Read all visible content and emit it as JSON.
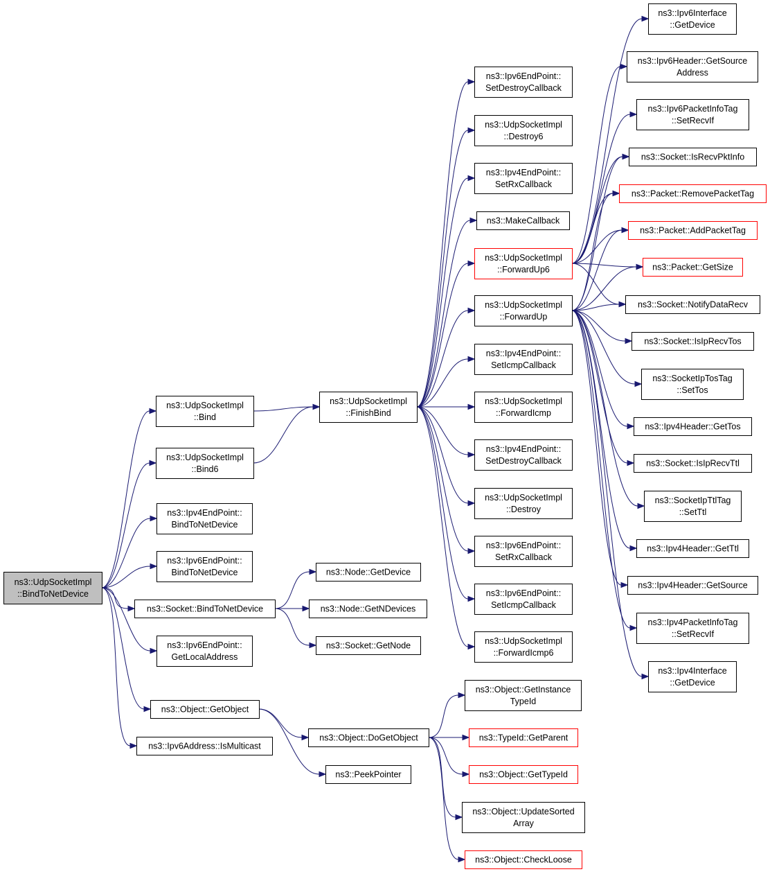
{
  "colors": {
    "edge": "#191970",
    "root_fill": "#bfbfbf",
    "red_border": "#ff0000",
    "black_border": "#000000"
  },
  "nodes": {
    "root": [
      "ns3::UdpSocketImpl",
      "::BindToNetDevice"
    ],
    "bind": [
      "ns3::UdpSocketImpl",
      "::Bind"
    ],
    "bind6": [
      "ns3::UdpSocketImpl",
      "::Bind6"
    ],
    "ip4btnd": [
      "ns3::Ipv4EndPoint::",
      "BindToNetDevice"
    ],
    "ip6btnd": [
      "ns3::Ipv6EndPoint::",
      "BindToNetDevice"
    ],
    "sockbtnd": [
      "ns3::Socket::BindToNetDevice"
    ],
    "ip6gla": [
      "ns3::Ipv6EndPoint::",
      "GetLocalAddress"
    ],
    "getobject": [
      "ns3::Object::GetObject"
    ],
    "ismulticast": [
      "ns3::Ipv6Address::IsMulticast"
    ],
    "finishbind": [
      "ns3::UdpSocketImpl",
      "::FinishBind"
    ],
    "nodegetdevice": [
      "ns3::Node::GetDevice"
    ],
    "nodegetndevices": [
      "ns3::Node::GetNDevices"
    ],
    "socketgetnode": [
      "ns3::Socket::GetNode"
    ],
    "dogetobject": [
      "ns3::Object::DoGetObject"
    ],
    "peekpointer": [
      "ns3::PeekPointer"
    ],
    "ip6setdestroy": [
      "ns3::Ipv6EndPoint::",
      "SetDestroyCallback"
    ],
    "destroy6": [
      "ns3::UdpSocketImpl",
      "::Destroy6"
    ],
    "ip4setrx": [
      "ns3::Ipv4EndPoint::",
      "SetRxCallback"
    ],
    "makecallback": [
      "ns3::MakeCallback"
    ],
    "forwardup6": [
      "ns3::UdpSocketImpl",
      "::ForwardUp6"
    ],
    "forwardup": [
      "ns3::UdpSocketImpl",
      "::ForwardUp"
    ],
    "ip4seticmp": [
      "ns3::Ipv4EndPoint::",
      "SetIcmpCallback"
    ],
    "forwardicmp": [
      "ns3::UdpSocketImpl",
      "::ForwardIcmp"
    ],
    "ip4setdestroy": [
      "ns3::Ipv4EndPoint::",
      "SetDestroyCallback"
    ],
    "destroy": [
      "ns3::UdpSocketImpl",
      "::Destroy"
    ],
    "ip6setrx": [
      "ns3::Ipv6EndPoint::",
      "SetRxCallback"
    ],
    "ip6seticmp": [
      "ns3::Ipv6EndPoint::",
      "SetIcmpCallback"
    ],
    "forwardicmp6": [
      "ns3::UdpSocketImpl",
      "::ForwardIcmp6"
    ],
    "getinstancetypeid": [
      "ns3::Object::GetInstance",
      "TypeId"
    ],
    "getparent": [
      "ns3::TypeId::GetParent"
    ],
    "gettypeid": [
      "ns3::Object::GetTypeId"
    ],
    "updatesorted": [
      "ns3::Object::UpdateSorted",
      "Array"
    ],
    "checkloose": [
      "ns3::Object::CheckLoose"
    ],
    "ipv6ifgetdevice": [
      "ns3::Ipv6Interface",
      "::GetDevice"
    ],
    "ipv6hdrgetsource": [
      "ns3::Ipv6Header::GetSource",
      "Address"
    ],
    "ipv6pktinfosetrecvif": [
      "ns3::Ipv6PacketInfoTag",
      "::SetRecvIf"
    ],
    "isrecvpktinfo": [
      "ns3::Socket::IsRecvPktInfo"
    ],
    "removepackettag": [
      "ns3::Packet::RemovePacketTag"
    ],
    "addpackettag": [
      "ns3::Packet::AddPacketTag"
    ],
    "packetgetsize": [
      "ns3::Packet::GetSize"
    ],
    "notifydatarecv": [
      "ns3::Socket::NotifyDataRecv"
    ],
    "isiprecvtos": [
      "ns3::Socket::IsIpRecvTos"
    ],
    "sockettostagsettos": [
      "ns3::SocketIpTosTag",
      "::SetTos"
    ],
    "ipv4hdrgettos": [
      "ns3::Ipv4Header::GetTos"
    ],
    "isiprecvttl": [
      "ns3::Socket::IsIpRecvTtl"
    ],
    "socketttltagsetttl": [
      "ns3::SocketIpTtlTag",
      "::SetTtl"
    ],
    "ipv4hdrgetttl": [
      "ns3::Ipv4Header::GetTtl"
    ],
    "ipv4hdrgetsource": [
      "ns3::Ipv4Header::GetSource"
    ],
    "ipv4pktinfosetrecvif": [
      "ns3::Ipv4PacketInfoTag",
      "::SetRecvIf"
    ],
    "ipv4ifgetdevice": [
      "ns3::Ipv4Interface",
      "::GetDevice"
    ]
  },
  "edges": [
    [
      "root",
      "bind"
    ],
    [
      "root",
      "bind6"
    ],
    [
      "root",
      "ip4btnd"
    ],
    [
      "root",
      "ip6btnd"
    ],
    [
      "root",
      "sockbtnd"
    ],
    [
      "root",
      "ip6gla"
    ],
    [
      "root",
      "getobject"
    ],
    [
      "root",
      "ismulticast"
    ],
    [
      "bind",
      "finishbind"
    ],
    [
      "bind6",
      "finishbind"
    ],
    [
      "sockbtnd",
      "nodegetdevice"
    ],
    [
      "sockbtnd",
      "nodegetndevices"
    ],
    [
      "sockbtnd",
      "socketgetnode"
    ],
    [
      "getobject",
      "dogetobject"
    ],
    [
      "getobject",
      "peekpointer"
    ],
    [
      "finishbind",
      "ip6setdestroy"
    ],
    [
      "finishbind",
      "destroy6"
    ],
    [
      "finishbind",
      "ip4setrx"
    ],
    [
      "finishbind",
      "makecallback"
    ],
    [
      "finishbind",
      "forwardup6"
    ],
    [
      "finishbind",
      "forwardup"
    ],
    [
      "finishbind",
      "ip4seticmp"
    ],
    [
      "finishbind",
      "forwardicmp"
    ],
    [
      "finishbind",
      "ip4setdestroy"
    ],
    [
      "finishbind",
      "destroy"
    ],
    [
      "finishbind",
      "ip6setrx"
    ],
    [
      "finishbind",
      "ip6seticmp"
    ],
    [
      "finishbind",
      "forwardicmp6"
    ],
    [
      "dogetobject",
      "getinstancetypeid"
    ],
    [
      "dogetobject",
      "getparent"
    ],
    [
      "dogetobject",
      "gettypeid"
    ],
    [
      "dogetobject",
      "updatesorted"
    ],
    [
      "dogetobject",
      "checkloose"
    ],
    [
      "forwardup6",
      "ipv6ifgetdevice"
    ],
    [
      "forwardup6",
      "ipv6hdrgetsource"
    ],
    [
      "forwardup6",
      "ipv6pktinfosetrecvif"
    ],
    [
      "forwardup6",
      "isrecvpktinfo"
    ],
    [
      "forwardup6",
      "removepackettag"
    ],
    [
      "forwardup6",
      "addpackettag"
    ],
    [
      "forwardup6",
      "packetgetsize"
    ],
    [
      "forwardup6",
      "notifydatarecv"
    ],
    [
      "forwardup",
      "isrecvpktinfo"
    ],
    [
      "forwardup",
      "removepackettag"
    ],
    [
      "forwardup",
      "addpackettag"
    ],
    [
      "forwardup",
      "packetgetsize"
    ],
    [
      "forwardup",
      "notifydatarecv"
    ],
    [
      "forwardup",
      "isiprecvtos"
    ],
    [
      "forwardup",
      "sockettostagsettos"
    ],
    [
      "forwardup",
      "ipv4hdrgettos"
    ],
    [
      "forwardup",
      "isiprecvttl"
    ],
    [
      "forwardup",
      "socketttltagsetttl"
    ],
    [
      "forwardup",
      "ipv4hdrgetttl"
    ],
    [
      "forwardup",
      "ipv4hdrgetsource"
    ],
    [
      "forwardup",
      "ipv4pktinfosetrecvif"
    ],
    [
      "forwardup",
      "ipv4ifgetdevice"
    ]
  ]
}
